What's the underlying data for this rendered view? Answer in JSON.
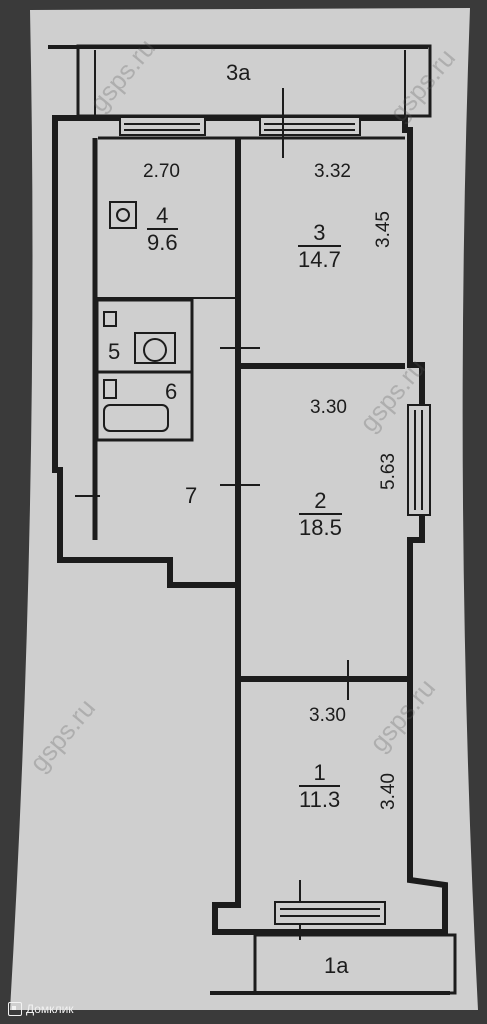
{
  "plan": {
    "balcony_top": "3а",
    "balcony_bottom": "1а",
    "rooms": [
      {
        "number": "4",
        "area": "9.6",
        "width": "2.70"
      },
      {
        "number": "3",
        "area": "14.7",
        "width": "3.32",
        "depth": "3.45"
      },
      {
        "number": "2",
        "area": "18.5",
        "width": "3.30",
        "depth": "5.63"
      },
      {
        "number": "1",
        "area": "11.3",
        "width": "3.30",
        "depth": "3.40"
      }
    ],
    "wet_rooms": [
      {
        "number": "5"
      },
      {
        "number": "6"
      }
    ],
    "corridor": {
      "number": "7"
    }
  },
  "watermark": "gsps.ru",
  "brand": "Домклик",
  "colors": {
    "paper": "#cfcfcf",
    "ink": "#1c1c1c",
    "background": "#3a3a3a"
  }
}
